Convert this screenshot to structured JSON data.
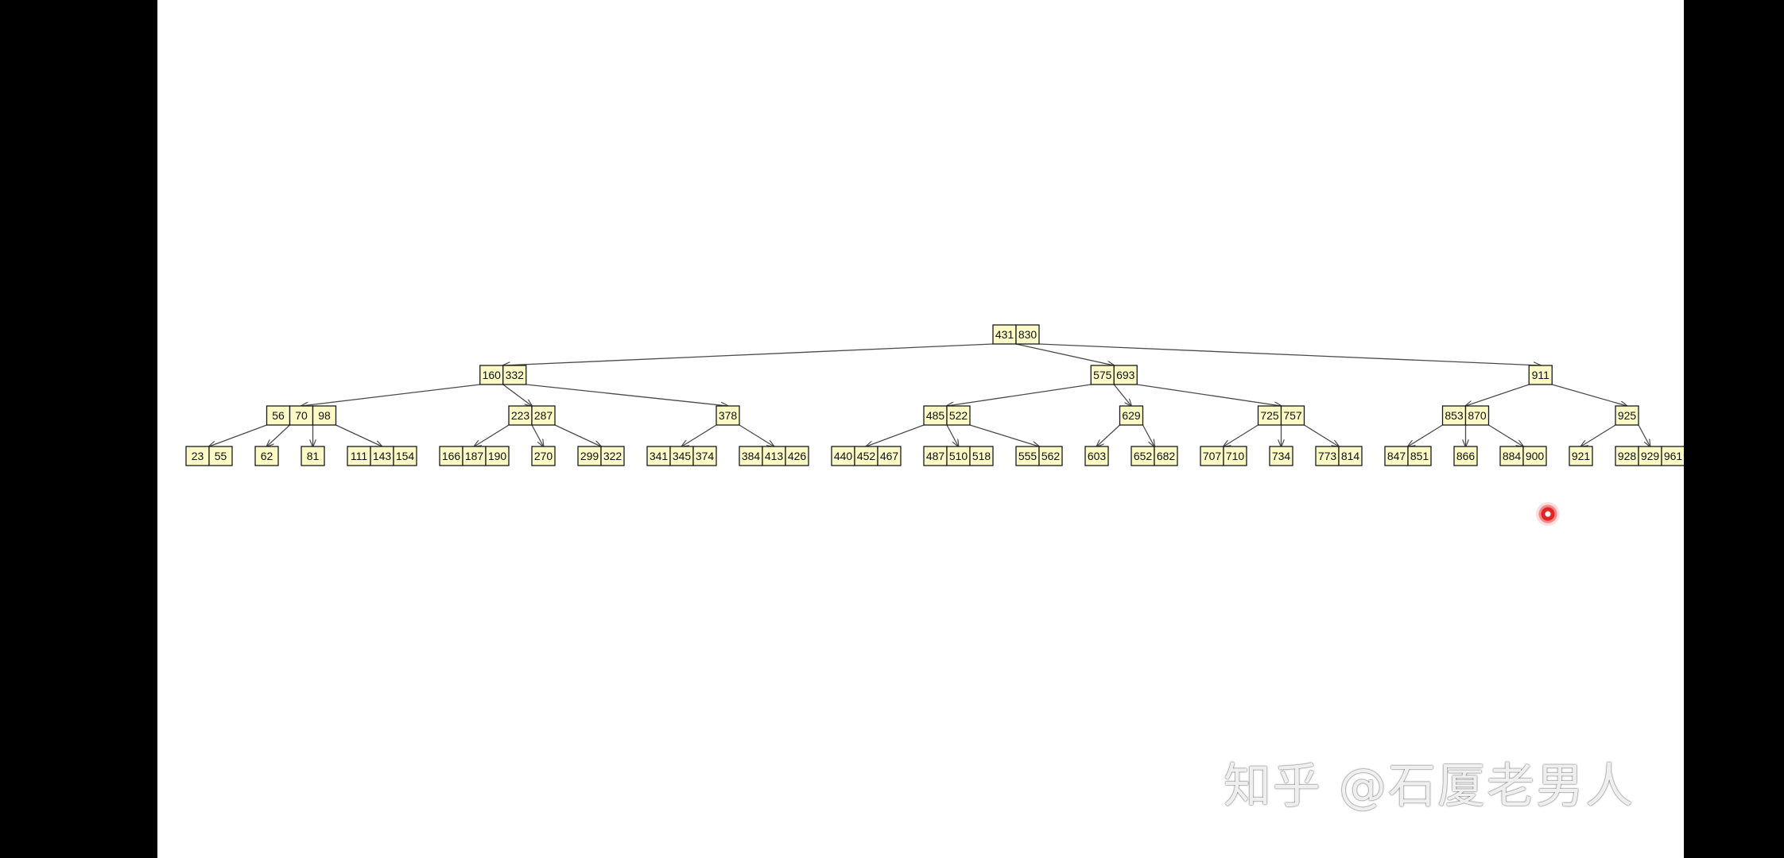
{
  "tree": {
    "root": {
      "keys": [
        "431",
        "830"
      ],
      "children": [
        {
          "keys": [
            "160",
            "332"
          ],
          "children": [
            {
              "keys": [
                "56",
                "70",
                "98"
              ],
              "children": [
                {
                  "keys": [
                    "23",
                    "55"
                  ]
                },
                {
                  "keys": [
                    "62"
                  ]
                },
                {
                  "keys": [
                    "81"
                  ]
                },
                {
                  "keys": [
                    "111",
                    "143",
                    "154"
                  ]
                }
              ]
            },
            {
              "keys": [
                "223",
                "287"
              ],
              "children": [
                {
                  "keys": [
                    "166",
                    "187",
                    "190"
                  ]
                },
                {
                  "keys": [
                    "270"
                  ]
                },
                {
                  "keys": [
                    "299",
                    "322"
                  ]
                }
              ]
            },
            {
              "keys": [
                "378"
              ],
              "children": [
                {
                  "keys": [
                    "341",
                    "345",
                    "374"
                  ]
                },
                {
                  "keys": [
                    "384",
                    "413",
                    "426"
                  ]
                }
              ]
            }
          ]
        },
        {
          "keys": [
            "575",
            "693"
          ],
          "children": [
            {
              "keys": [
                "485",
                "522"
              ],
              "children": [
                {
                  "keys": [
                    "440",
                    "452",
                    "467"
                  ]
                },
                {
                  "keys": [
                    "487",
                    "510",
                    "518"
                  ]
                },
                {
                  "keys": [
                    "555",
                    "562"
                  ]
                }
              ]
            },
            {
              "keys": [
                "629"
              ],
              "children": [
                {
                  "keys": [
                    "603"
                  ]
                },
                {
                  "keys": [
                    "652",
                    "682"
                  ]
                }
              ]
            },
            {
              "keys": [
                "725",
                "757"
              ],
              "children": [
                {
                  "keys": [
                    "707",
                    "710"
                  ]
                },
                {
                  "keys": [
                    "734"
                  ]
                },
                {
                  "keys": [
                    "773",
                    "814"
                  ]
                }
              ]
            }
          ]
        },
        {
          "keys": [
            "911"
          ],
          "children": [
            {
              "keys": [
                "853",
                "870"
              ],
              "children": [
                {
                  "keys": [
                    "847",
                    "851"
                  ]
                },
                {
                  "keys": [
                    "866"
                  ]
                },
                {
                  "keys": [
                    "884",
                    "900"
                  ]
                }
              ]
            },
            {
              "keys": [
                "925"
              ],
              "children": [
                {
                  "keys": [
                    "921"
                  ]
                },
                {
                  "keys": [
                    "928",
                    "929",
                    "961"
                  ]
                }
              ]
            }
          ]
        }
      ]
    }
  },
  "watermark": "知乎 @石厦老男人",
  "colors": {
    "node_fill": "#fbf9c6",
    "node_stroke": "#1a1a1a",
    "edge": "#4a4a4a",
    "canvas": "#ffffff",
    "letterbox": "#000000"
  }
}
